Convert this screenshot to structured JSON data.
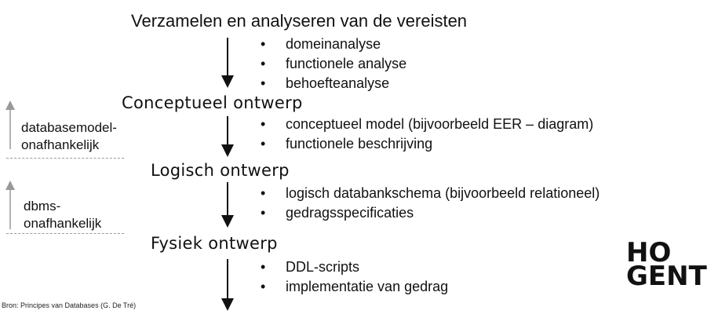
{
  "title": "Verzamelen en analyseren van de vereisten",
  "phases": [
    {
      "title": "",
      "bullets": [
        "domeinanalyse",
        "functionele analyse",
        "behoefteanalyse"
      ]
    },
    {
      "title": "Conceptueel ontwerp",
      "bullets": [
        "conceptueel model (bijvoorbeeld EER – diagram)",
        "functionele beschrijving"
      ]
    },
    {
      "title": "Logisch ontwerp",
      "bullets": [
        "logisch databankschema (bijvoorbeeld relationeel)",
        "gedragsspecificaties"
      ]
    },
    {
      "title": "Fysiek ontwerp",
      "bullets": [
        "DDL-scripts",
        "implementatie van gedrag"
      ]
    }
  ],
  "side_labels": [
    {
      "line1": "databasemodel-",
      "line2": "onafhankelijk"
    },
    {
      "line1": "dbms-",
      "line2": "onafhankelijk"
    }
  ],
  "logo": {
    "line1": "HO",
    "line2": "GENT"
  },
  "source": "Bron: Principes van Databases (G. De Tré)"
}
